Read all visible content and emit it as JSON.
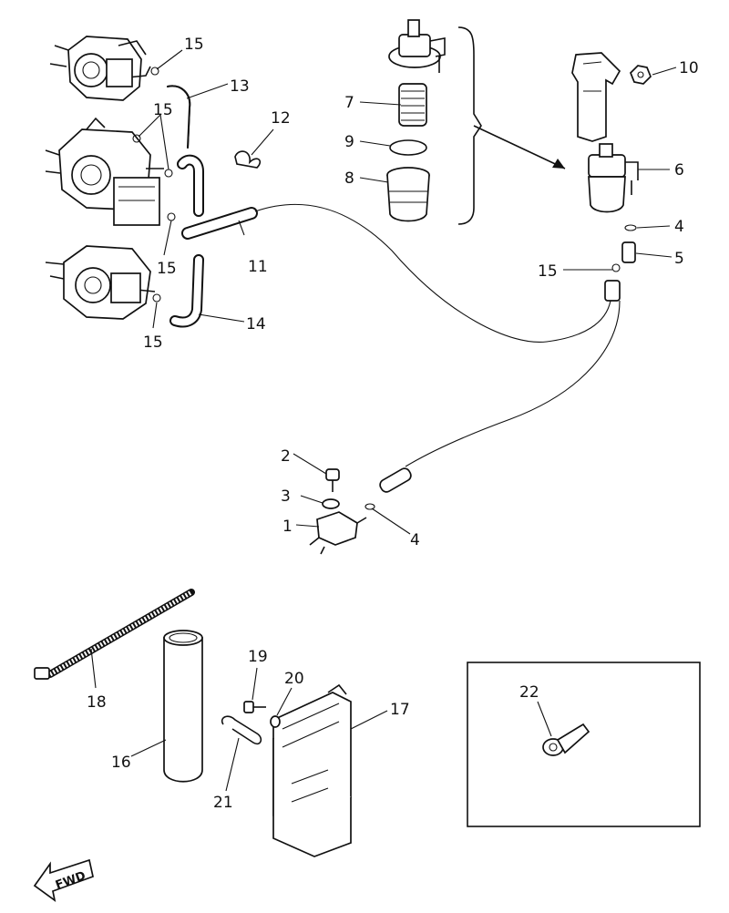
{
  "callouts": [
    {
      "id": "c1",
      "label": "1"
    },
    {
      "id": "c2",
      "label": "2"
    },
    {
      "id": "c3",
      "label": "3"
    },
    {
      "id": "c4a",
      "label": "4"
    },
    {
      "id": "c4b",
      "label": "4"
    },
    {
      "id": "c5",
      "label": "5"
    },
    {
      "id": "c6",
      "label": "6"
    },
    {
      "id": "c7",
      "label": "7"
    },
    {
      "id": "c8",
      "label": "8"
    },
    {
      "id": "c9",
      "label": "9"
    },
    {
      "id": "c10",
      "label": "10"
    },
    {
      "id": "c11",
      "label": "11"
    },
    {
      "id": "c12",
      "label": "12"
    },
    {
      "id": "c13",
      "label": "13"
    },
    {
      "id": "c14",
      "label": "14"
    },
    {
      "id": "c15a",
      "label": "15"
    },
    {
      "id": "c15b",
      "label": "15"
    },
    {
      "id": "c15c",
      "label": "15"
    },
    {
      "id": "c15d",
      "label": "15"
    },
    {
      "id": "c15e",
      "label": "15"
    },
    {
      "id": "c16",
      "label": "16"
    },
    {
      "id": "c17",
      "label": "17"
    },
    {
      "id": "c18",
      "label": "18"
    },
    {
      "id": "c19",
      "label": "19"
    },
    {
      "id": "c20",
      "label": "20"
    },
    {
      "id": "c21",
      "label": "21"
    },
    {
      "id": "c22",
      "label": "22"
    }
  ],
  "fwd_label": "FWD"
}
